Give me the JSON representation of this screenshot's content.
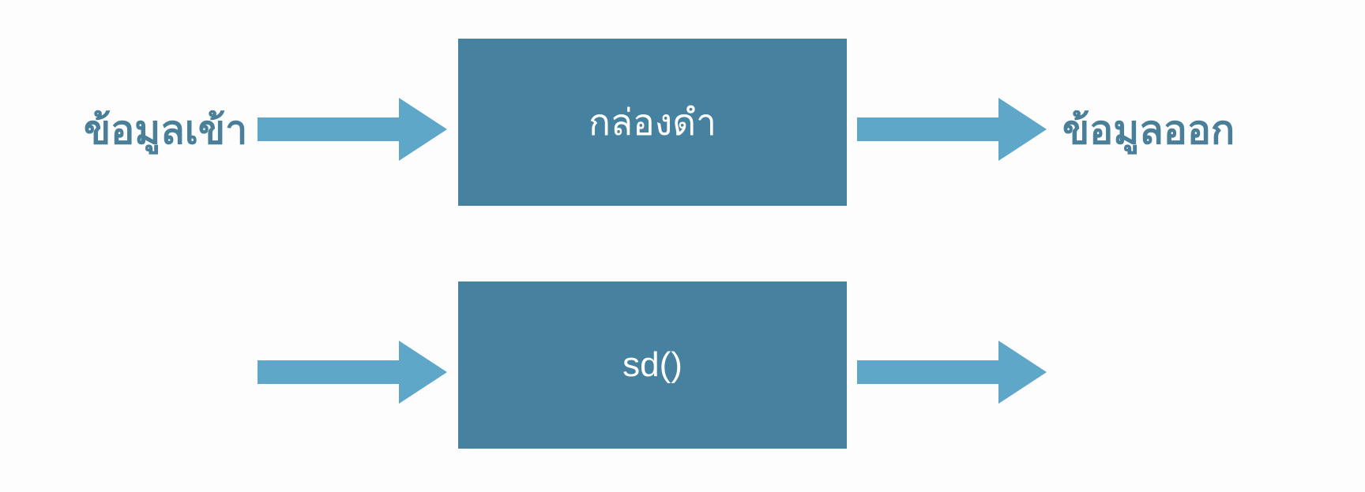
{
  "diagram": {
    "input_label": "ข้อมูลเข้า",
    "output_label": "ข้อมูลออก",
    "boxes": [
      {
        "label": "กล่องดำ"
      },
      {
        "label": "sd()"
      }
    ],
    "colors": {
      "box_fill": "#46829f",
      "box_text": "#ffffff",
      "arrow_fill": "#5ea7c8",
      "side_text": "#4a7f9a",
      "background": "#fdfdfd"
    }
  }
}
